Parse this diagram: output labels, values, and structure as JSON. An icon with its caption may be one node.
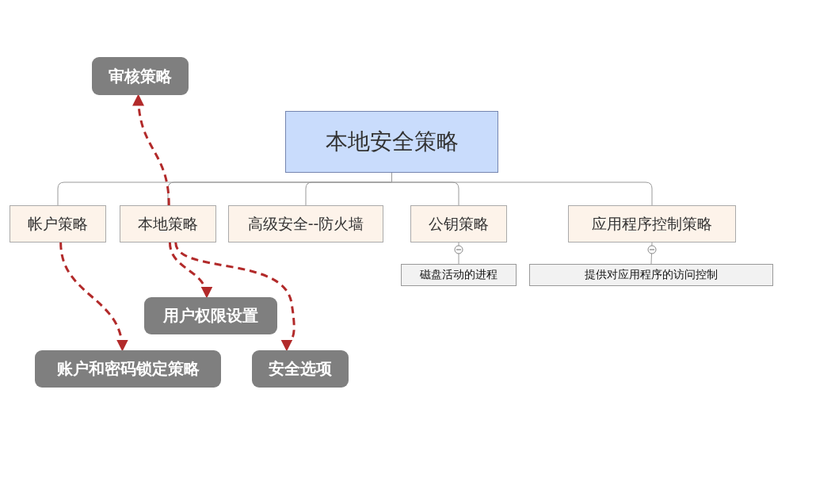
{
  "diagram": {
    "nodes": [
      {
        "text": [
          "本地安全策略"
        ]
      },
      {
        "text": [
          "帐户策略"
        ]
      },
      {
        "text": [
          "本地策略"
        ]
      },
      {
        "text": [
          "高级安全--防火墙"
        ]
      },
      {
        "text": [
          "公钥策略"
        ]
      },
      {
        "text": [
          "应用程序控制策略"
        ]
      },
      {
        "text": [
          "磁盘活动的进程"
        ]
      },
      {
        "text": [
          "提供对应用程序的访问控制"
        ]
      },
      {
        "text": [
          "审核策略"
        ]
      },
      {
        "text": [
          "用户权限设置"
        ]
      },
      {
        "text": [
          "账户和密码锁定策略"
        ]
      },
      {
        "text": [
          "安全选项"
        ]
      }
    ],
    "edges": [
      {
        "from": 0,
        "to": 1,
        "arrow": "none"
      },
      {
        "from": 0,
        "to": 2,
        "arrow": "none"
      },
      {
        "from": 0,
        "to": 3,
        "arrow": "none"
      },
      {
        "from": 0,
        "to": 4,
        "arrow": "none"
      },
      {
        "from": 0,
        "to": 5,
        "arrow": "none"
      },
      {
        "from": 4,
        "to": 6,
        "arrow": "none"
      },
      {
        "from": 5,
        "to": 7,
        "arrow": "none"
      },
      {
        "from": 2,
        "to": 8,
        "arrow": "to",
        "style": "dashed",
        "color": "#b22a2a"
      },
      {
        "from": 2,
        "to": 9,
        "arrow": "to",
        "style": "dashed",
        "color": "#b22a2a"
      },
      {
        "from": 2,
        "to": 11,
        "arrow": "to",
        "style": "dashed",
        "color": "#b22a2a"
      },
      {
        "from": 1,
        "to": 10,
        "arrow": "to",
        "style": "dashed",
        "color": "#b22a2a"
      }
    ]
  }
}
